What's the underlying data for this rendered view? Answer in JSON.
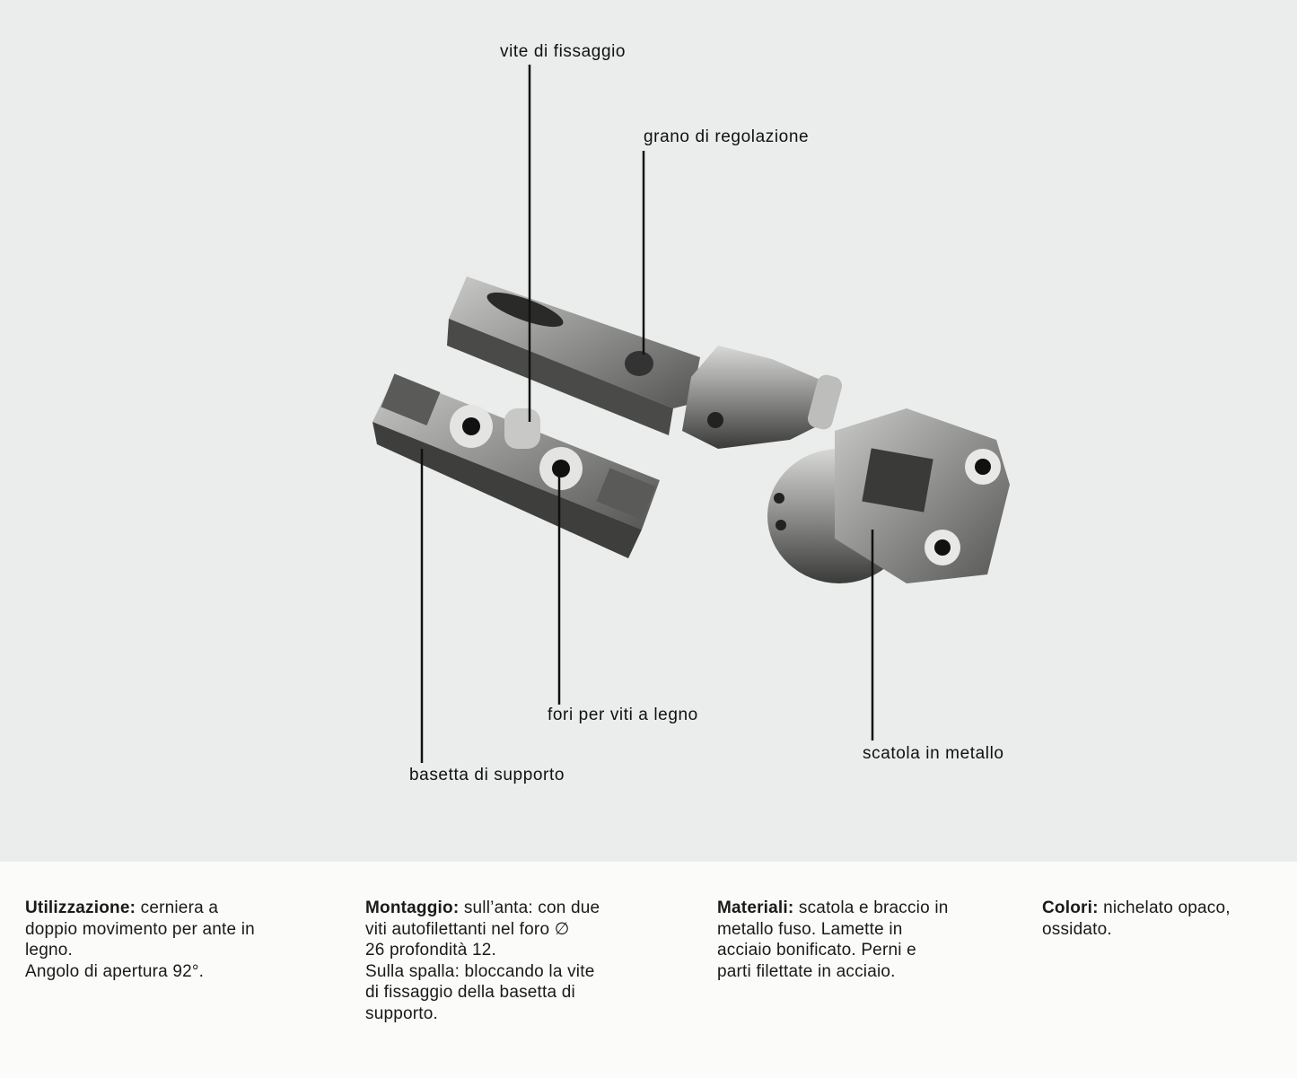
{
  "callouts": {
    "vite_di_fissaggio": "vite di fissaggio",
    "grano_di_regolazione": "grano di regolazione",
    "fori_per_viti": "fori per viti a legno",
    "basetta_di_supporto": "basetta di supporto",
    "scatola_in_metallo": "scatola in metallo"
  },
  "specs": [
    {
      "heading": "Utilizzazione:",
      "first": " cerniera a",
      "lines": [
        "doppio movimento per ante in",
        "legno.",
        "Angolo di apertura 92°."
      ]
    },
    {
      "heading": "Montaggio:",
      "first": " sull’anta: con due",
      "lines": [
        "viti autofilettanti nel foro ∅",
        "26 profondità 12.",
        "Sulla spalla: bloccando la vite",
        "di fissaggio della basetta di",
        "supporto."
      ]
    },
    {
      "heading": "Materiali:",
      "first": " scatola e braccio in",
      "lines": [
        "metallo fuso. Lamette in",
        "acciaio bonificato. Perni e",
        "parti filettate in acciaio."
      ]
    },
    {
      "heading": "Colori:",
      "first": " nichelato opaco,",
      "lines": [
        "ossidato."
      ]
    }
  ]
}
